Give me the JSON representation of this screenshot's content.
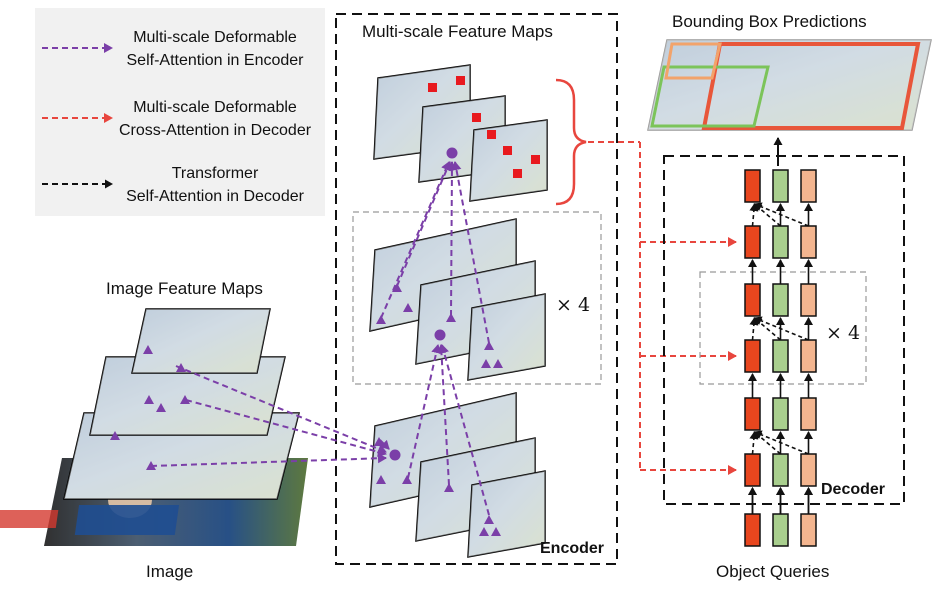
{
  "legend": {
    "items": [
      {
        "line1": "Multi-scale Deformable",
        "line2": "Self-Attention in Encoder",
        "color": "#7b3fa8"
      },
      {
        "line1": "Multi-scale Deformable",
        "line2": "Cross-Attention in Decoder",
        "color": "#e8463e"
      },
      {
        "line1": "Transformer",
        "line2": "Self-Attention in Decoder",
        "color": "#111111"
      }
    ]
  },
  "titles": {
    "multiscale": "Multi-scale Feature Maps",
    "bbox": "Bounding Box Predictions",
    "image_feature_maps": "Image Feature Maps",
    "image": "Image",
    "object_queries": "Object Queries",
    "encoder": "Encoder",
    "decoder": "Decoder",
    "times4_encoder": "× 4",
    "times4_decoder": "× 4"
  },
  "colors": {
    "purple": "#7b3fa8",
    "red_dash": "#e8463e",
    "token_red": "#e8461e",
    "token_green": "#a9cf8e",
    "token_orange": "#f3b58f",
    "box_red": "#e8563a",
    "box_green": "#7cc45a",
    "box_orange": "#f2a36b"
  },
  "icons": {
    "attention_point": "purple-triangle-icon",
    "query_point": "purple-circle-icon",
    "sampling_point": "red-square-icon"
  }
}
